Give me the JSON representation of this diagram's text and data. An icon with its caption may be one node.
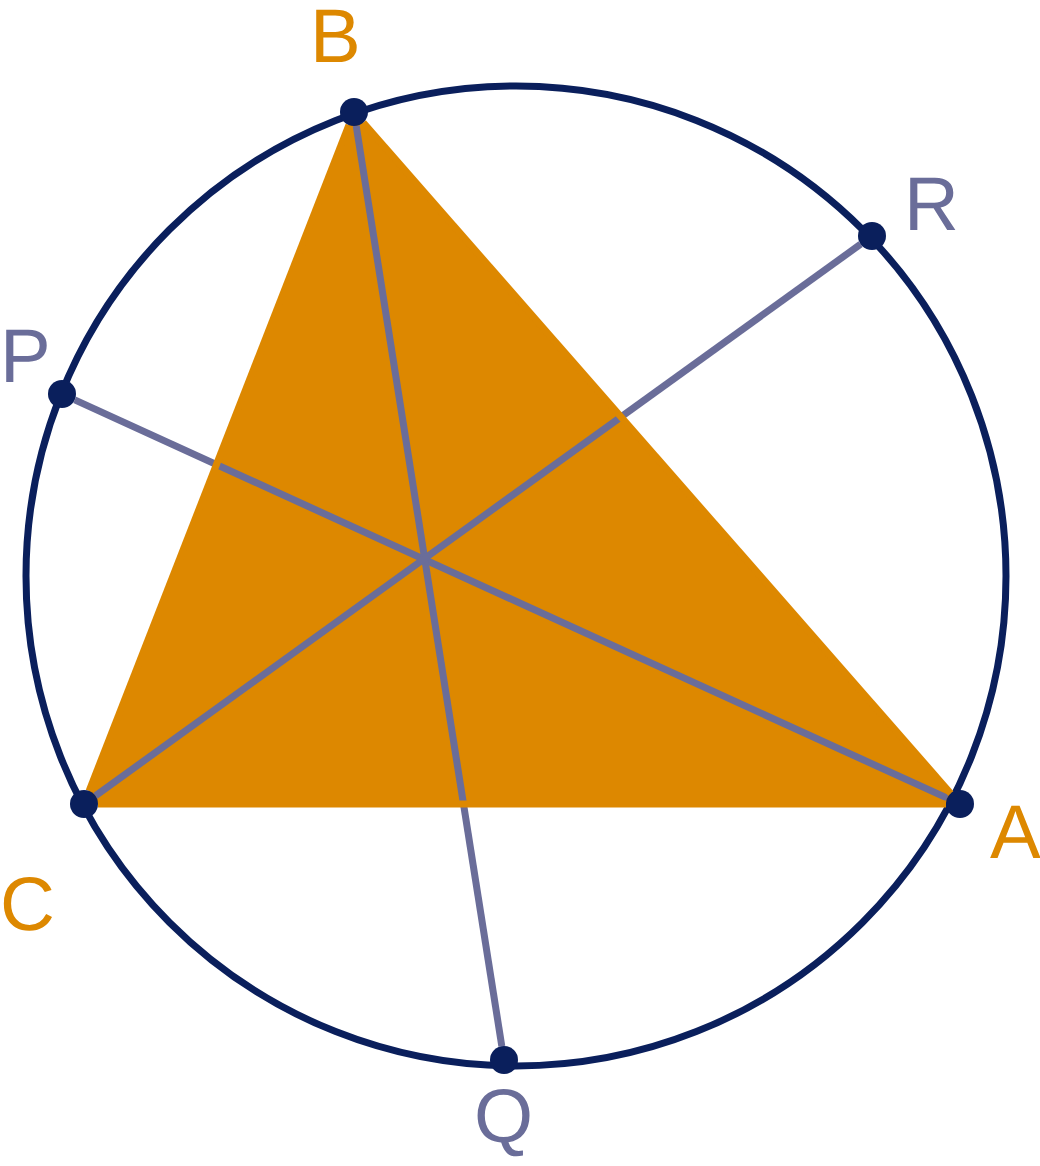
{
  "diagram": {
    "nodes": [
      {
        "text": [],
        "shape": "circle",
        "beside": [
          "B"
        ]
      },
      {
        "text": [],
        "shape": "circle",
        "beside": [
          "R"
        ]
      },
      {
        "text": [],
        "shape": "circle",
        "beside": [
          "P"
        ]
      },
      {
        "text": [],
        "shape": "circle",
        "beside": [
          "C"
        ]
      },
      {
        "text": [],
        "shape": "circle",
        "beside": [
          "A"
        ]
      },
      {
        "text": [],
        "shape": "circle",
        "beside": [
          "Q"
        ]
      }
    ],
    "edges": [
      {
        "from": 4,
        "to": 2,
        "arrow": "none"
      },
      {
        "from": 0,
        "to": 5,
        "arrow": "none"
      },
      {
        "from": 3,
        "to": 1,
        "arrow": "none"
      },
      {
        "from": 4,
        "to": 0,
        "arrow": "none",
        "color": "#dd8800"
      },
      {
        "from": 0,
        "to": 3,
        "arrow": "none",
        "color": "#dd8800"
      },
      {
        "from": 3,
        "to": 4,
        "arrow": "none",
        "color": "#dd8800"
      }
    ]
  }
}
